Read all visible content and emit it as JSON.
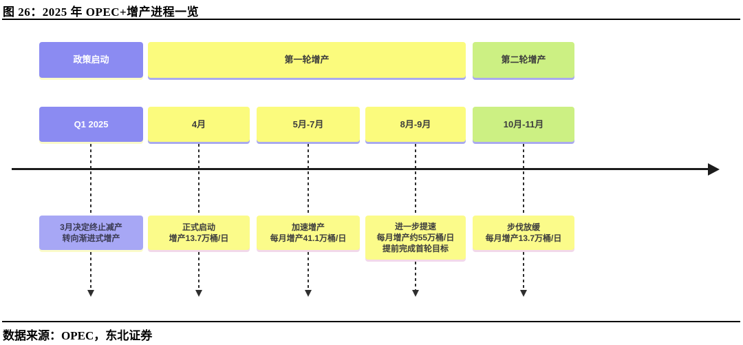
{
  "figure": {
    "title": "图 26：2025 年 OPEC+增产进程一览",
    "source": "数据来源：OPEC，东北证券"
  },
  "colors": {
    "purple_box": "#8b8bf2",
    "purple_box_light": "#a7a7f5",
    "yellow_box": "#fbfb7d",
    "green_box": "#ccf083",
    "shadow_periwinkle": "#a9aaee",
    "shadow_pale_yellow": "#fbfbc9",
    "axis_black": "#1c1c1c"
  },
  "timeline": {
    "phase_row": [
      {
        "label": "政策启动",
        "color": "purple"
      },
      {
        "label": "第一轮增产",
        "color": "yellow"
      },
      {
        "label": "第二轮增产",
        "color": "green"
      }
    ],
    "period_row": [
      {
        "label": "Q1 2025",
        "color": "purple"
      },
      {
        "label": "4月",
        "color": "yellow"
      },
      {
        "label": "5月-7月",
        "color": "yellow"
      },
      {
        "label": "8月-9月",
        "color": "yellow"
      },
      {
        "label": "10月-11月",
        "color": "green"
      }
    ],
    "detail_row": [
      {
        "text": "3月决定终止减产\n转向渐进式增产",
        "color": "purple"
      },
      {
        "text": "正式启动\n增产13.7万桶/日",
        "color": "yellow"
      },
      {
        "text": "加速增产\n每月增产41.1万桶/日",
        "color": "yellow"
      },
      {
        "text": "进一步提速\n每月增产约55万桶/日\n提前完成首轮目标",
        "color": "yellow"
      },
      {
        "text": "步伐放缓\n每月增产13.7万桶/日",
        "color": "yellow"
      }
    ]
  }
}
